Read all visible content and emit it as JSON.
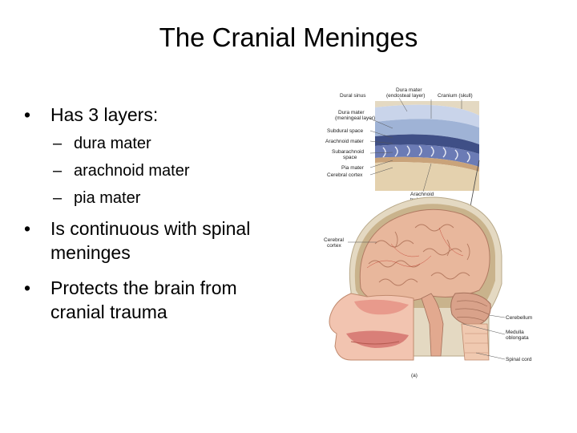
{
  "slide": {
    "title": "The Cranial Meninges",
    "bullets": [
      {
        "text": "Has 3 layers:",
        "sub": [
          "dura mater",
          "arachnoid mater",
          "pia mater"
        ]
      },
      {
        "text": "Is continuous with spinal meninges"
      },
      {
        "text": "Protects the brain from cranial trauma"
      }
    ]
  },
  "figure": {
    "labels": {
      "dura_mater": "Dura mater",
      "endosteal": "(endosteal layer)",
      "dural_sinus": "Dural sinus",
      "cranium": "Cranium (skull)",
      "dura_meningeal": "Dura mater",
      "meningeal_layer": "(meningeal layer)",
      "subdural": "Subdural space",
      "arachnoid_mater": "Arachnoid mater",
      "subarachnoid_1": "Subarachnoid",
      "subarachnoid_2": "space",
      "pia_mater": "Pia mater",
      "cerebral_cortex_top": "Cerebral cortex",
      "arachnoid_trab_1": "Arachnoid",
      "arachnoid_trab_2": "trabeculae",
      "cerebral_1": "Cerebral",
      "cerebral_2": "cortex",
      "cerebellum": "Cerebellum",
      "medulla_1": "Medulla",
      "medulla_2": "oblongata",
      "spinal_cord": "Spinal cord",
      "panel": "(a)"
    },
    "colors": {
      "bone": "#e4d9c2",
      "dura": "#9fb3d6",
      "brain": "#e8b79c",
      "cerebellum": "#d9a28a",
      "face": "#f2c4b0",
      "spine": "#f0c9b0"
    }
  }
}
